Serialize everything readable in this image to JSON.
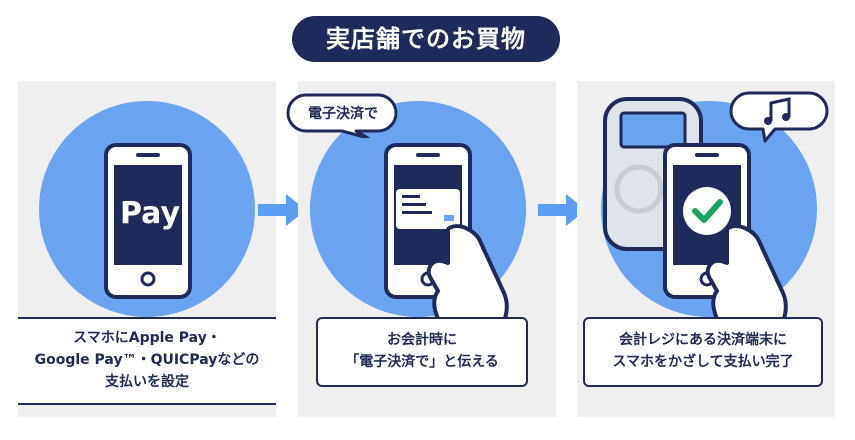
{
  "title": "実店舗でのお買物",
  "pay_label": "Pay",
  "speech_bubble": "電子決済で",
  "steps": [
    {
      "caption_lines": [
        "スマホにApple Pay・",
        "Google Pay™・QUICPayなどの",
        "支払いを設定"
      ]
    },
    {
      "caption_lines": [
        "お会計時に",
        "「電子決済で」と伝える"
      ]
    },
    {
      "caption_lines": [
        "会計レジにある決済端末に",
        "スマホをかざして支払い完了"
      ]
    }
  ],
  "colors": {
    "navy": "#1f2a5a",
    "circle_blue": "#6aa4f0",
    "arrow_blue": "#5b9cf5",
    "panel_bg": "#efefef",
    "check_green": "#1aa260",
    "terminal_gray": "#dfe4ea"
  },
  "icons": [
    "phone-icon",
    "card-icon",
    "hand-icon",
    "check-icon",
    "music-note-icon",
    "terminal-icon",
    "arrow-right-icon"
  ]
}
